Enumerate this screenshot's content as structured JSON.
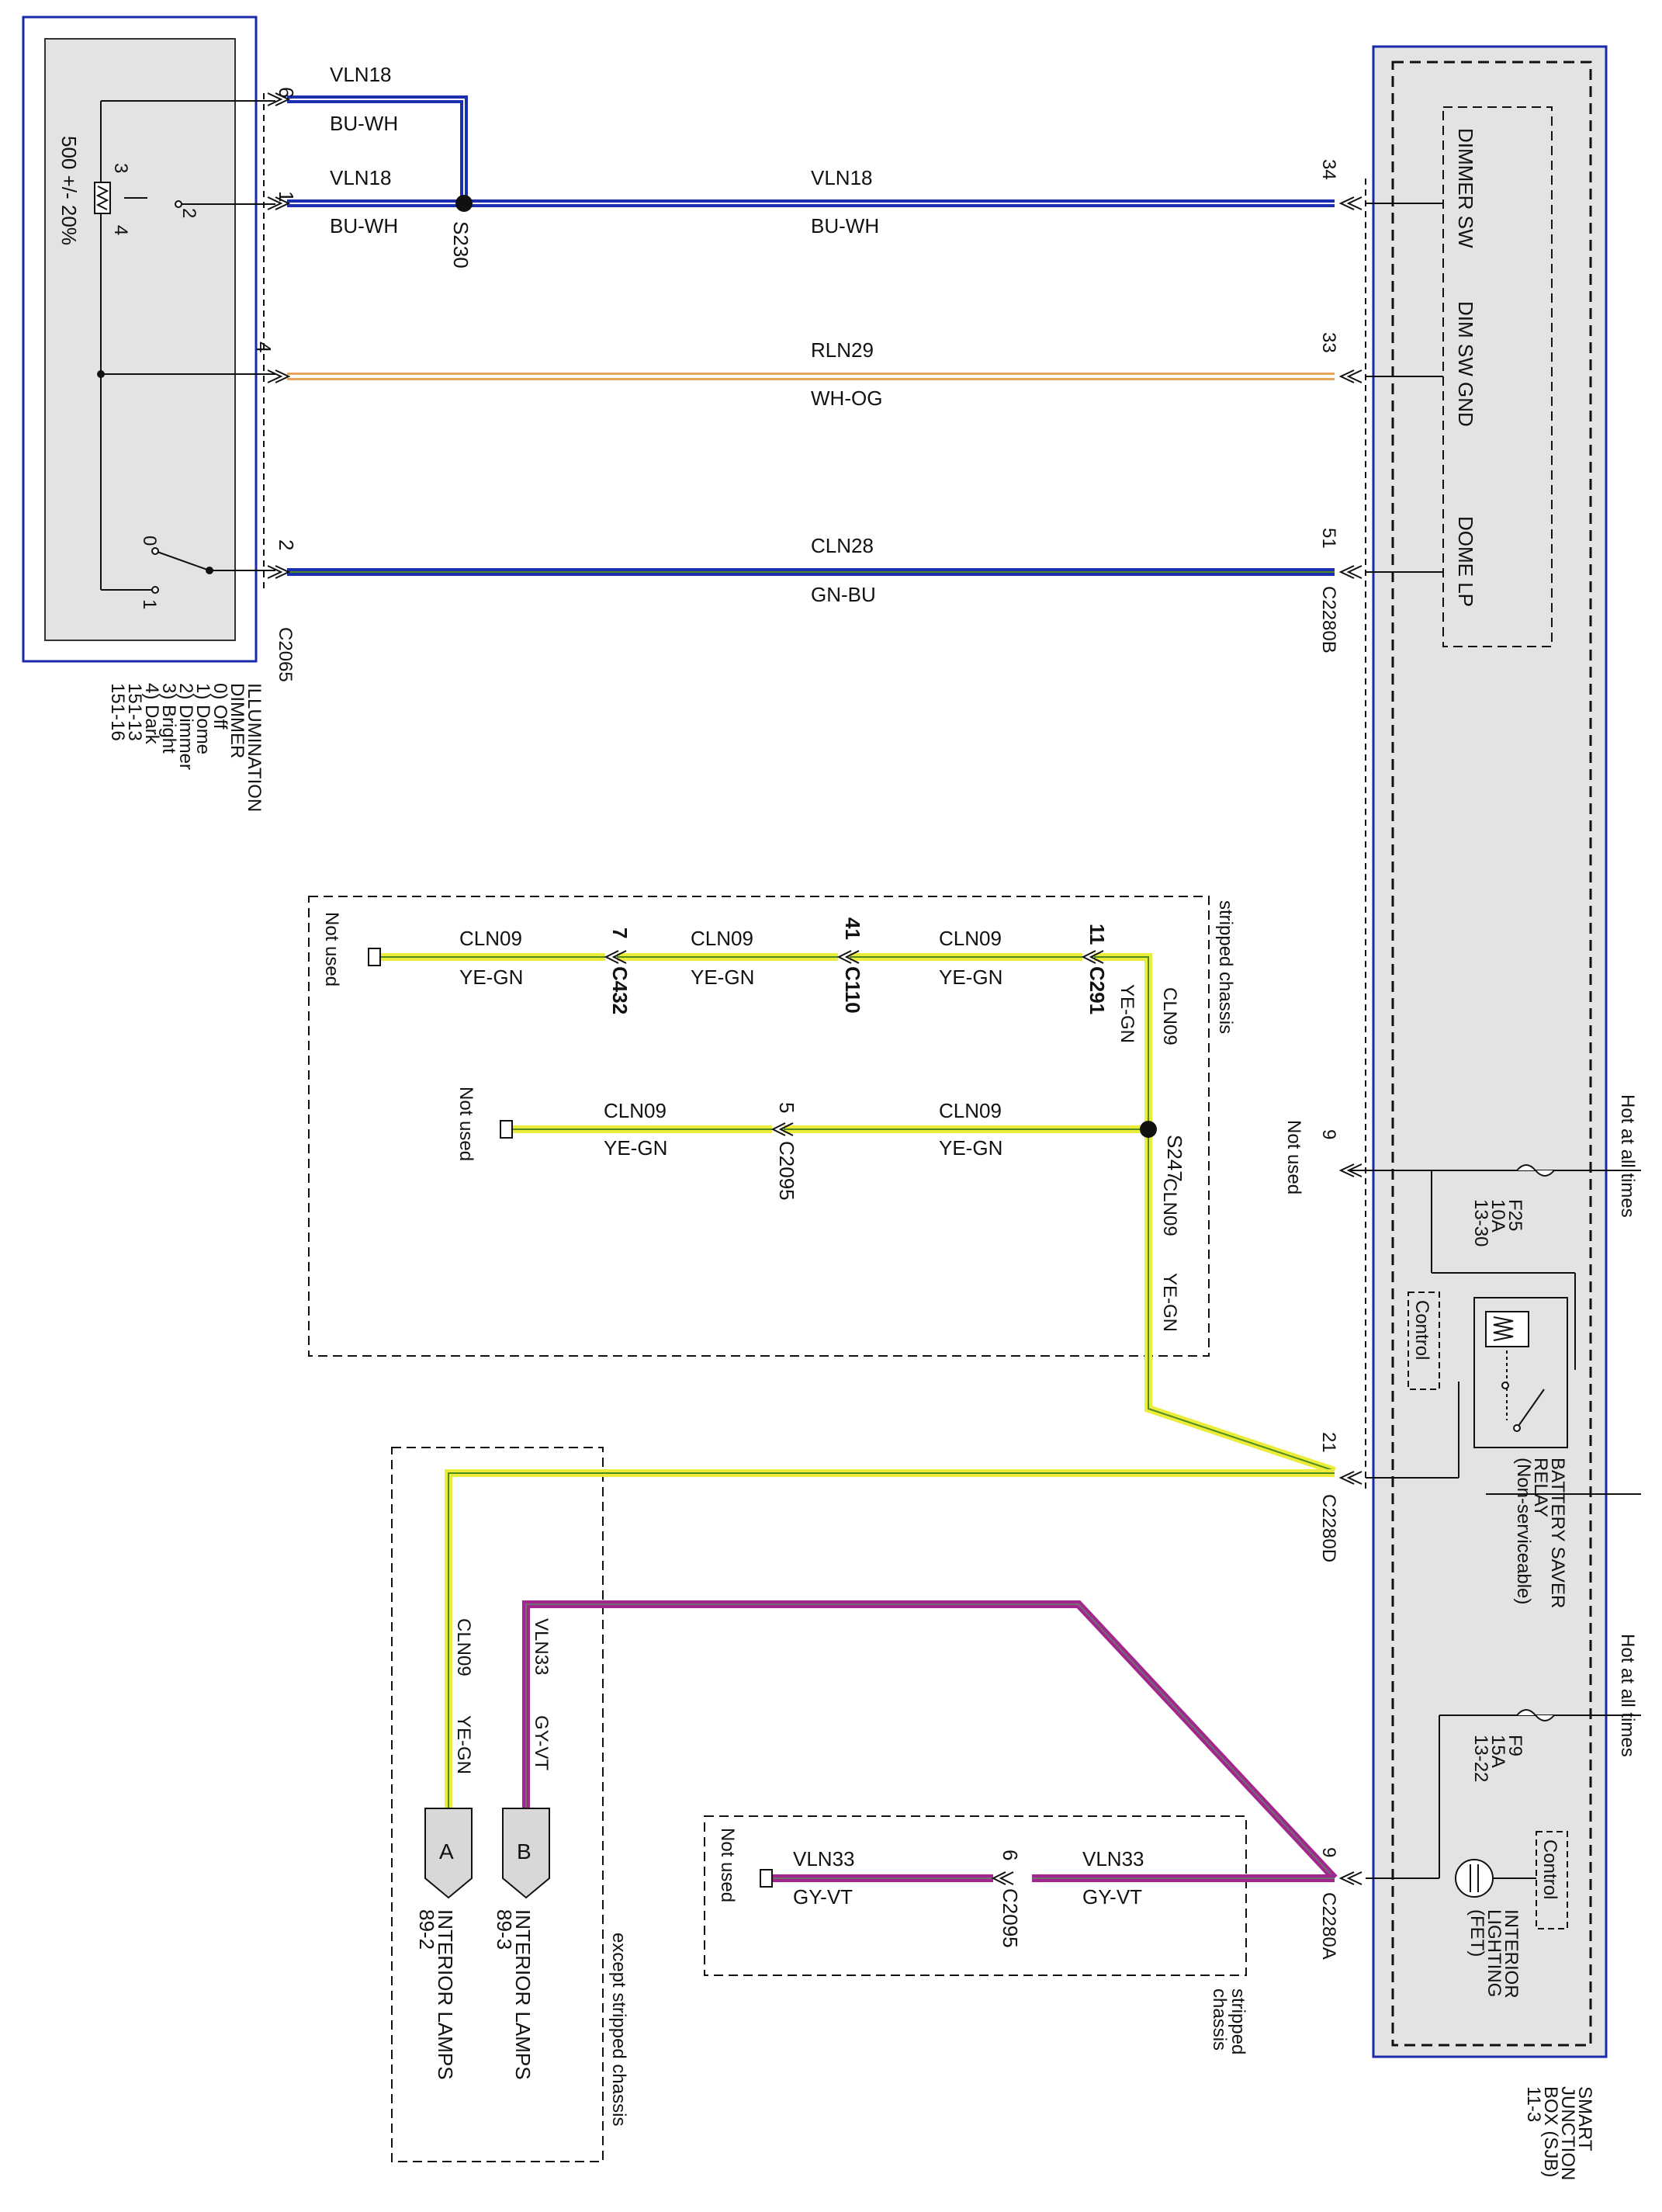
{
  "colors": {
    "blue_wire": "#1b2fb0",
    "white_stripe": "#ffffff",
    "orange_stripe": "#e8a35c",
    "yellow_wire": "#ecec3a",
    "green_stripe": "#4e8a1e",
    "violet_wire": "#a3268f",
    "gray_stripe": "#6f6f6f",
    "module_fill": "#e3e3e3",
    "module_border": "#1a2aa8"
  },
  "dimmer": {
    "name_lines": [
      "ILLUMINATION",
      "DIMMER",
      "0) Off",
      "1) Dome",
      "2) Dimmer",
      "3) Bright",
      "4) Dark",
      "151-13",
      "151-16"
    ],
    "resistor_value": "500 +/- 20%",
    "pins": {
      "p3": "3",
      "p4": "4",
      "p2": "2",
      "pos0": "0",
      "pos1": "1"
    },
    "connector": "C2065"
  },
  "wires": {
    "w6": {
      "pin": "6",
      "circuit": "VLN18",
      "color": "BU-WH"
    },
    "w1": {
      "pin": "1",
      "circuit": "VLN18",
      "color": "BU-WH",
      "splice": "S230",
      "circuit_main": "VLN18",
      "color_main": "BU-WH",
      "sjb_pin": "34"
    },
    "w4": {
      "pin": "4",
      "circuit": "RLN29",
      "color": "WH-OG",
      "sjb_pin": "33"
    },
    "w2": {
      "pin": "2",
      "circuit": "CLN28",
      "color": "GN-BU",
      "sjb_pin": "51"
    }
  },
  "sjb": {
    "name_lines": [
      "SMART",
      "JUNCTION",
      "BOX (SJB)",
      "11-3"
    ],
    "connector_b": "C2280B",
    "connector_d": "C2280D",
    "connector_a": "C2280A",
    "internal": {
      "dimmer_sw": "DIMMER SW",
      "dim_sw_gnd": "DIM SW GND",
      "dome_lp": "DOME LP"
    },
    "hot1": "Hot at all times",
    "hot2": "Hot at all times",
    "f25": [
      "F25",
      "10A",
      "13-30"
    ],
    "f9": [
      "F9",
      "15A",
      "13-22"
    ],
    "control1": "Control",
    "control2": "Control",
    "relay_lines": [
      "BATTERY SAVER",
      "RELAY",
      "(Non-serviceable)"
    ],
    "fet_lines": [
      "INTERIOR",
      "LIGHTING",
      "(FET)"
    ],
    "pin9_top": "9",
    "pin9_top_note": "Not used",
    "pin21": "21",
    "pin9_a": "9"
  },
  "stripped": {
    "label": "stripped chassis",
    "row1": [
      {
        "circuit": "CLN09",
        "color": "YE-GN"
      },
      {
        "circuit": "CLN09",
        "color": "YE-GN"
      },
      {
        "circuit": "CLN09",
        "color": "YE-GN"
      }
    ],
    "c291": {
      "pin": "11",
      "name": "C291"
    },
    "c110": {
      "pin": "41",
      "name": "C110"
    },
    "c432": {
      "pin": "7",
      "name": "C432"
    },
    "not_used1": "Not used",
    "drop1": {
      "circuit": "CLN09",
      "color": "YE-GN"
    },
    "splice": "S247",
    "row2": [
      {
        "circuit": "CLN09",
        "color": "YE-GN"
      },
      {
        "circuit": "CLN09",
        "color": "YE-GN"
      }
    ],
    "c2095": {
      "pin": "5",
      "name": "C2095"
    },
    "not_used2": "Not used",
    "drop2": {
      "circuit": "CLN09",
      "color": "YE-GN"
    }
  },
  "lamps": {
    "group_label": "except stripped chassis",
    "a": {
      "circuit": "CLN09",
      "color": "YE-GN",
      "letter": "A",
      "lines": [
        "INTERIOR LAMPS",
        "89-2"
      ]
    },
    "b": {
      "circuit": "VLN33",
      "color": "GY-VT",
      "letter": "B",
      "lines": [
        "INTERIOR LAMPS",
        "89-3"
      ]
    }
  },
  "stripped2": {
    "label_lines": [
      "stripped",
      "chassis"
    ],
    "seg_right": {
      "circuit": "VLN33",
      "color": "GY-VT"
    },
    "seg_left": {
      "circuit": "VLN33",
      "color": "GY-VT"
    },
    "c2095": {
      "pin": "6",
      "name": "C2095"
    },
    "not_used": "Not used"
  }
}
